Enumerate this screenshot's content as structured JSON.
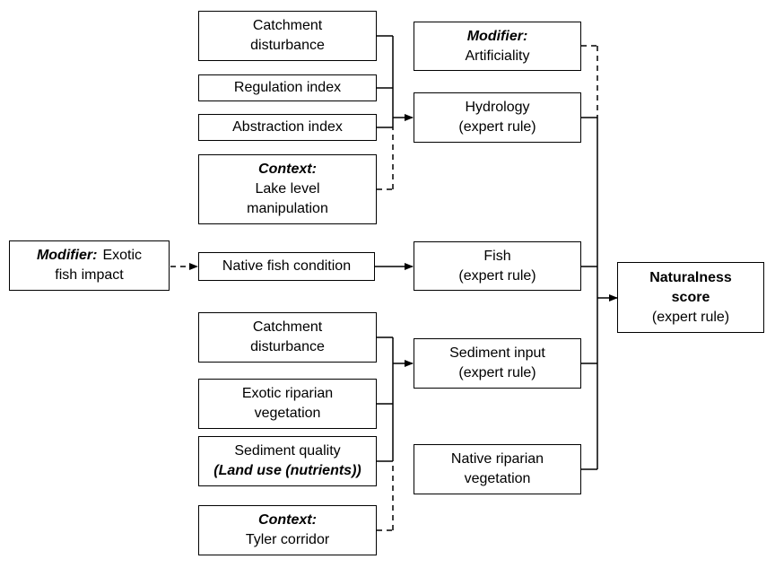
{
  "nodes": {
    "catchment1": {
      "line1": "Catchment",
      "line2": "disturbance"
    },
    "regulation": {
      "text": "Regulation index"
    },
    "abstraction": {
      "text": "Abstraction index"
    },
    "context_lake": {
      "label": "Context:",
      "line1": "Lake level",
      "line2": "manipulation"
    },
    "modifier_art": {
      "label": "Modifier:",
      "line1": "Artificiality"
    },
    "hydrology": {
      "line1": "Hydrology",
      "line2": "(expert rule)"
    },
    "modifier_fish": {
      "label": "Modifier:",
      "label_rest": "Exotic",
      "line2": "fish impact"
    },
    "native_fish": {
      "text": "Native fish condition"
    },
    "fish": {
      "line1": "Fish",
      "line2": "(expert rule)"
    },
    "naturalness": {
      "line1": "Naturalness",
      "line2": "score",
      "line3": "(expert rule)"
    },
    "catchment2": {
      "line1": "Catchment",
      "line2": "disturbance"
    },
    "exotic_riparian": {
      "line1": "Exotic riparian",
      "line2": "vegetation"
    },
    "sediment_quality": {
      "line1": "Sediment quality",
      "line2": "(Land use (nutrients))"
    },
    "context_tyler": {
      "label": "Context:",
      "line1": "Tyler corridor"
    },
    "sediment_input": {
      "line1": "Sediment input",
      "line2": "(expert rule)"
    },
    "native_riparian": {
      "line1": "Native riparian",
      "line2": "vegetation"
    }
  },
  "colors": {
    "line": "#000000",
    "box_border": "#000000",
    "background": "#ffffff"
  }
}
